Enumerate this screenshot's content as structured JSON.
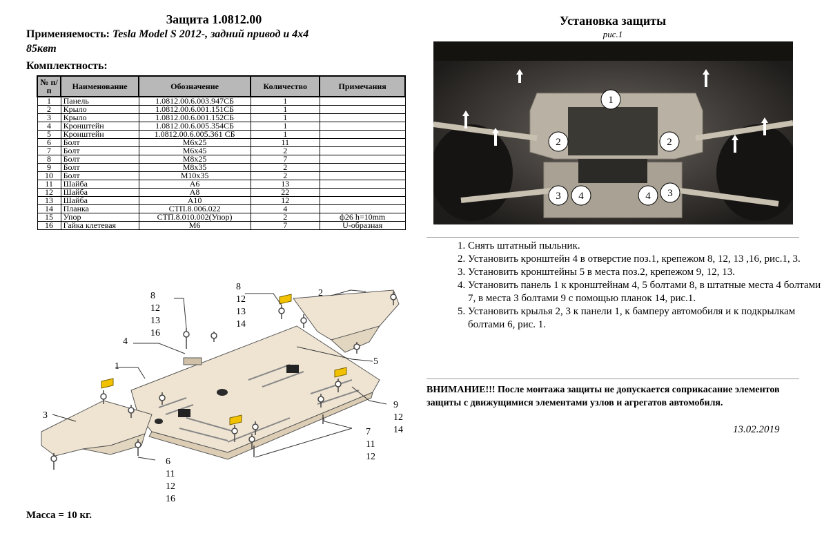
{
  "left": {
    "title": "Защита 1.0812.00",
    "applicability_label": "Применяемость:",
    "applicability_value": "Tesla Model S 2012-, задний привод и 4х4",
    "applicability_value2": "85квт",
    "kit_label": "Комплектность:",
    "mass": "Масса = 10 кг."
  },
  "table": {
    "headers": [
      "№ п/п",
      "Наименование",
      "Обозначение",
      "Количество",
      "Примечания"
    ],
    "rows": [
      [
        "1",
        "Панель",
        "1.0812.00.6.003.947СБ",
        "1",
        ""
      ],
      [
        "2",
        "Крыло",
        "1.0812.00.6.001.151СБ",
        "1",
        ""
      ],
      [
        "3",
        "Крыло",
        "1.0812.00.6.001.152СБ",
        "1",
        ""
      ],
      [
        "4",
        "Кронштейн",
        "1.0812.00.6.005.354СБ",
        "1",
        ""
      ],
      [
        "5",
        "Кронштейн",
        "1.0812.00.6.005.361 СБ",
        "1",
        ""
      ],
      [
        "6",
        "Болт",
        "М6х25",
        "11",
        ""
      ],
      [
        "7",
        "Болт",
        "М6х45",
        "2",
        ""
      ],
      [
        "8",
        "Болт",
        "М8х25",
        "7",
        ""
      ],
      [
        "9",
        "Болт",
        "М8х35",
        "2",
        ""
      ],
      [
        "10",
        "Болт",
        "М10х35",
        "2",
        ""
      ],
      [
        "11",
        "Шайба",
        "А6",
        "13",
        ""
      ],
      [
        "12",
        "Шайба",
        "А8",
        "22",
        ""
      ],
      [
        "13",
        "Шайба",
        "А10",
        "12",
        ""
      ],
      [
        "14",
        "Планка",
        "СТП.8.006.022",
        "4",
        ""
      ],
      [
        "15",
        "Упор",
        "СТП.8.010.002(Упор)",
        "2",
        "ф26 h=10mm"
      ],
      [
        "16",
        "Гайка клетевая",
        "М6",
        "7",
        "U-образная"
      ]
    ]
  },
  "diagram_labels": {
    "group_a": [
      "8",
      "12",
      "13",
      "16"
    ],
    "group_b": [
      "8",
      "12",
      "13",
      "14"
    ],
    "l2": "2",
    "l4": "4",
    "l1": "1",
    "l5": "5",
    "l3": "3",
    "group_9": [
      "9",
      "12",
      "14"
    ],
    "group_7": [
      "7",
      "11",
      "12"
    ],
    "group_6": [
      "6",
      "11",
      "12",
      "16"
    ]
  },
  "right": {
    "title": "Установка защиты",
    "caption": "рис.1",
    "photo_callouts": [
      "1",
      "2",
      "2",
      "3",
      "4",
      "4",
      "3"
    ],
    "steps": [
      "Снять штатный пыльник.",
      "Установить кронштейн 4 в отверстие поз.1, крепежом 8, 12, 13 ,16, рис.1, 3.",
      "Установить кронштейны 5 в места поз.2, крепежом 9, 12, 13.",
      "Установить панель 1 к кронштейнам 4, 5 болтами 8, в штатные места 4 болтами 7, в места 3 болтами 9 с помощью планок 14, рис.1.",
      "Установить крылья 2, 3 к панели 1, к бамперу автомобиля и к подкрылкам болтами 6, рис. 1."
    ],
    "warning": "ВНИМАНИЕ!!!  После монтажа защиты не допускается соприкасание элементов защиты с движущимися элементами узлов и агрегатов автомобиля.",
    "date": "13.02.2019"
  },
  "colors": {
    "header_fill": "#b8b8b8",
    "panel_fill": "#efe4d2",
    "strip_yellow": "#f2c200",
    "photo_dark": "#3a3733"
  }
}
